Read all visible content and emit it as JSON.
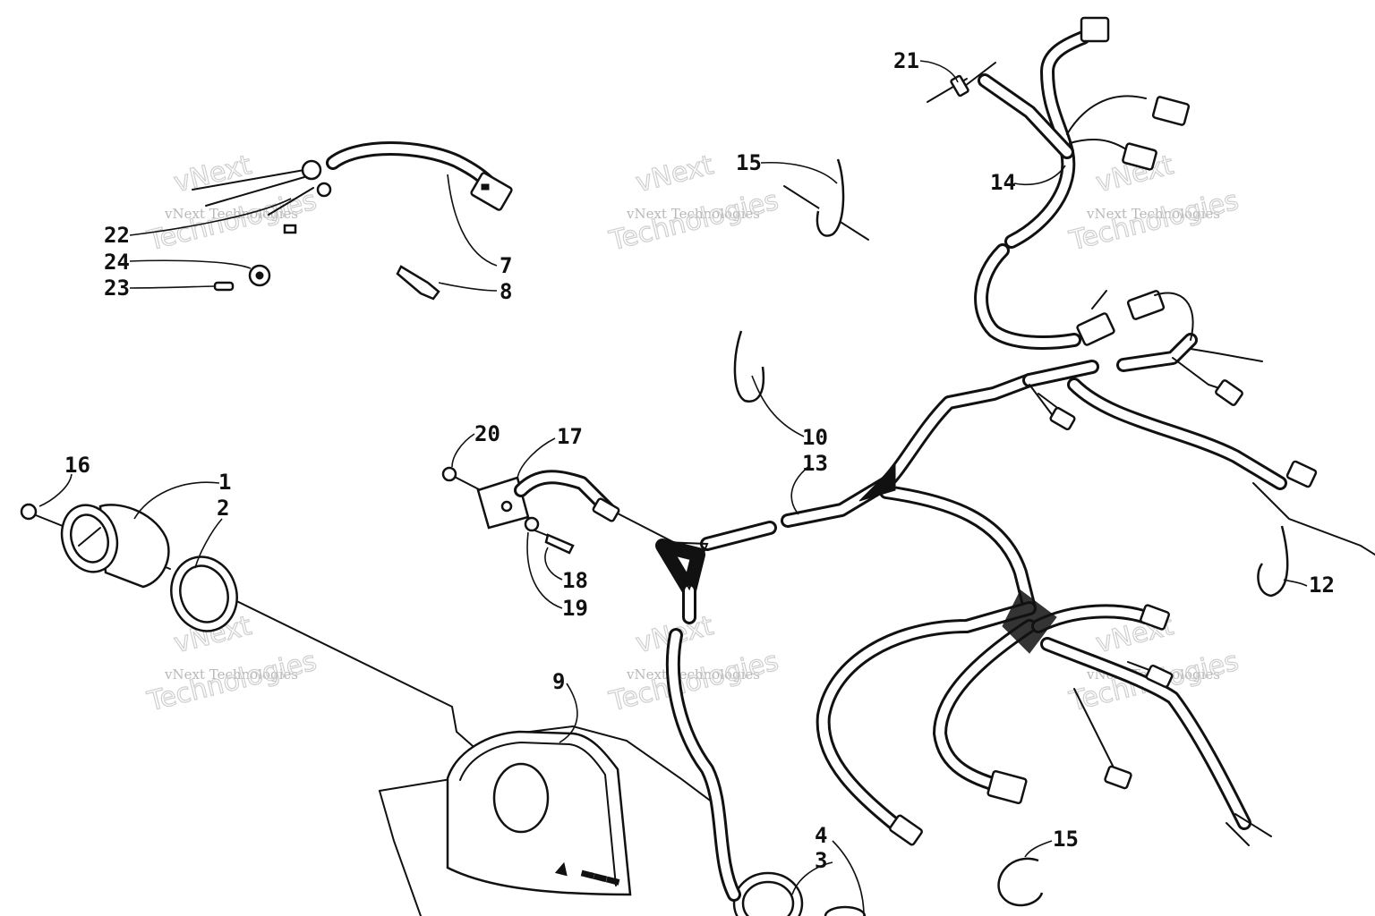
{
  "callouts": [
    {
      "id": "c1",
      "label": "1"
    },
    {
      "id": "c2",
      "label": "2"
    },
    {
      "id": "c3",
      "label": "3"
    },
    {
      "id": "c4",
      "label": "4"
    },
    {
      "id": "c7",
      "label": "7"
    },
    {
      "id": "c8",
      "label": "8"
    },
    {
      "id": "c9",
      "label": "9"
    },
    {
      "id": "c10",
      "label": "10"
    },
    {
      "id": "c12",
      "label": "12"
    },
    {
      "id": "c13",
      "label": "13"
    },
    {
      "id": "c14",
      "label": "14"
    },
    {
      "id": "c15a",
      "label": "15"
    },
    {
      "id": "c15b",
      "label": "15"
    },
    {
      "id": "c16",
      "label": "16"
    },
    {
      "id": "c17",
      "label": "17"
    },
    {
      "id": "c18",
      "label": "18"
    },
    {
      "id": "c19",
      "label": "19"
    },
    {
      "id": "c20",
      "label": "20"
    },
    {
      "id": "c21",
      "label": "21"
    },
    {
      "id": "c22",
      "label": "22"
    },
    {
      "id": "c23",
      "label": "23"
    },
    {
      "id": "c24",
      "label": "24"
    }
  ],
  "watermark": {
    "line1": "vNext Technologies",
    "line2": "vNext",
    "line3": "Technologies"
  },
  "colors": {
    "ink": "#111111",
    "paper": "#ffffff",
    "watermark": "#b8b8b8"
  }
}
